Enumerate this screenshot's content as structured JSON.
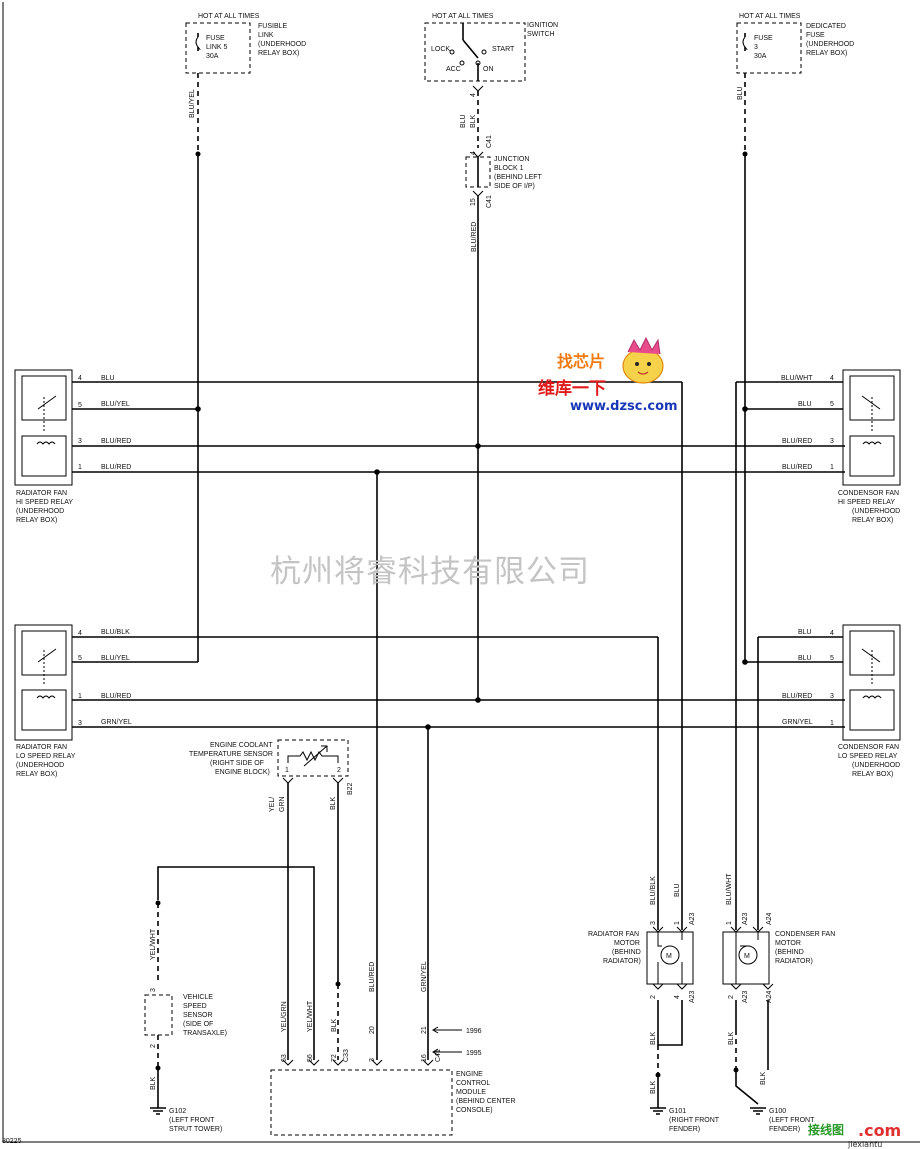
{
  "power": {
    "left": {
      "hot": "HOT AT ALL TIMES",
      "fuse_lines": [
        "FUSE",
        "LINK 5",
        "30A"
      ],
      "desc_lines": [
        "FUSIBLE",
        "LINK",
        "(UNDERHOOD",
        "RELAY BOX)"
      ],
      "wire": "BLU/YEL"
    },
    "center": {
      "hot": "HOT AT ALL TIMES",
      "desc_lines": [
        "IGNITION",
        "SWITCH"
      ],
      "lock": "LOCK",
      "start": "START",
      "acc": "ACC",
      "on": "ON",
      "pin": "4",
      "wire_lines": [
        "BLU",
        "BLK"
      ]
    },
    "right": {
      "hot": "HOT AT ALL TIMES",
      "fuse_lines": [
        "FUSE",
        "3",
        "30A"
      ],
      "desc_lines": [
        "DEDICATED",
        "FUSE",
        "(UNDERHOOD",
        "RELAY BOX)"
      ],
      "wire": "BLU"
    }
  },
  "junction": {
    "label_lines": [
      "JUNCTION",
      "BLOCK 1",
      "(BEHIND LEFT",
      "SIDE OF I/P)"
    ],
    "pin_top": "4",
    "conn_top": "C41",
    "pin_bottom": "15",
    "conn_bottom": "C41",
    "wire": "BLU/RED"
  },
  "relays": {
    "rad_hi": {
      "label_lines": [
        "RADIATOR FAN",
        "HI SPEED RELAY",
        "(UNDERHOOD",
        "RELAY BOX)"
      ],
      "pins": [
        {
          "pin": "4",
          "wire": "BLU"
        },
        {
          "pin": "5",
          "wire": "BLU/YEL"
        },
        {
          "pin": "3",
          "wire": "BLU/RED"
        },
        {
          "pin": "1",
          "wire": "BLU/RED"
        }
      ]
    },
    "cond_hi": {
      "label_lines": [
        "CONDENSOR FAN",
        "HI SPEED RELAY",
        "(UNDERHOOD",
        "RELAY BOX)"
      ],
      "pins": [
        {
          "pin": "4",
          "wire": "BLU/WHT"
        },
        {
          "pin": "5",
          "wire": "BLU"
        },
        {
          "pin": "3",
          "wire": "BLU/RED"
        },
        {
          "pin": "1",
          "wire": "BLU/RED"
        }
      ]
    },
    "rad_lo": {
      "label_lines": [
        "RADIATOR FAN",
        "LO SPEED RELAY",
        "(UNDERHOOD",
        "RELAY BOX)"
      ],
      "pins": [
        {
          "pin": "4",
          "wire": "BLU/BLK"
        },
        {
          "pin": "5",
          "wire": "BLU/YEL"
        },
        {
          "pin": "1",
          "wire": "BLU/RED"
        },
        {
          "pin": "3",
          "wire": "GRN/YEL"
        }
      ]
    },
    "cond_lo": {
      "label_lines": [
        "CONDENSOR FAN",
        "LO SPEED RELAY",
        "(UNDERHOOD",
        "RELAY BOX)"
      ],
      "pins": [
        {
          "pin": "4",
          "wire": "BLU"
        },
        {
          "pin": "5",
          "wire": "BLU"
        },
        {
          "pin": "3",
          "wire": "BLU/RED"
        },
        {
          "pin": "1",
          "wire": "GRN/YEL"
        }
      ]
    }
  },
  "ect": {
    "label_lines": [
      "ENGINE COOLANT",
      "TEMPERATURE SENSOR",
      "(RIGHT SIDE OF",
      "ENGINE BLOCK)"
    ],
    "pin_left": "1",
    "pin_right": "2",
    "conn": "B22",
    "wire_left_lines": [
      "YEL/",
      "GRN"
    ],
    "wire_right": "BLK"
  },
  "vss": {
    "label_lines": [
      "VEHICLE",
      "SPEED",
      "SENSOR",
      "(SIDE OF",
      "TRANSAXLE)"
    ],
    "pin_top": "3",
    "pin_bottom": "2",
    "wire_top": "YEL/WHT",
    "wire_bottom": "BLK",
    "ground_lines": [
      "G102",
      "(LEFT FRONT",
      "STRUT TOWER)"
    ]
  },
  "ecm": {
    "label_lines": [
      "ENGINE",
      "CONTROL",
      "MODULE",
      "(BEHIND CENTER",
      "CONSOLE)"
    ],
    "wires": [
      "YEL/GRN",
      "YEL/WHT",
      "BLK",
      "BLU/RED",
      "GRN/YEL"
    ],
    "pins": [
      "63",
      "56",
      "72",
      "3",
      "16"
    ],
    "conns": [
      "C33",
      "C41"
    ],
    "alt_pins": [
      "20",
      "21"
    ],
    "year_1996": "1996",
    "year_1995": "1995"
  },
  "rad_motor": {
    "label_lines": [
      "RADIATOR FAN",
      "MOTOR",
      "(BEHIND",
      "RADIATOR)"
    ],
    "m": "M",
    "wire_top_lines": [
      "BLU/BLK",
      "BLU"
    ],
    "pins_top": [
      "3",
      "1",
      "A23"
    ],
    "pins_bottom": [
      "2",
      "4",
      "A23"
    ],
    "wire_bottom": "BLK",
    "ground_lines": [
      "G101",
      "(RIGHT FRONT",
      "FENDER)"
    ]
  },
  "cond_motor": {
    "label_lines": [
      "CONDENSER FAN",
      "MOTOR",
      "(BEHIND",
      "RADIATOR)"
    ],
    "m": "M",
    "wire_top": "BLU/WHT",
    "pins_top": [
      "1",
      "A23",
      "A24"
    ],
    "pins_bottom": [
      "2",
      "A23",
      "A24"
    ],
    "wire_bottom_lines": [
      "BLK",
      "BLK"
    ],
    "ground_lines": [
      "G100",
      "(LEFT FRONT",
      "FENDER)"
    ]
  },
  "watermark": {
    "company_cn": "杭州将睿科技有限公司",
    "logo_cn": "维库一下",
    "logo_url": "www.dzsc.com",
    "logo_tag": "找芯片",
    "logo2_cn": "接线图",
    "logo2_com": ".com",
    "logo2_url": "jiexiantu"
  },
  "figure_id": "80225"
}
